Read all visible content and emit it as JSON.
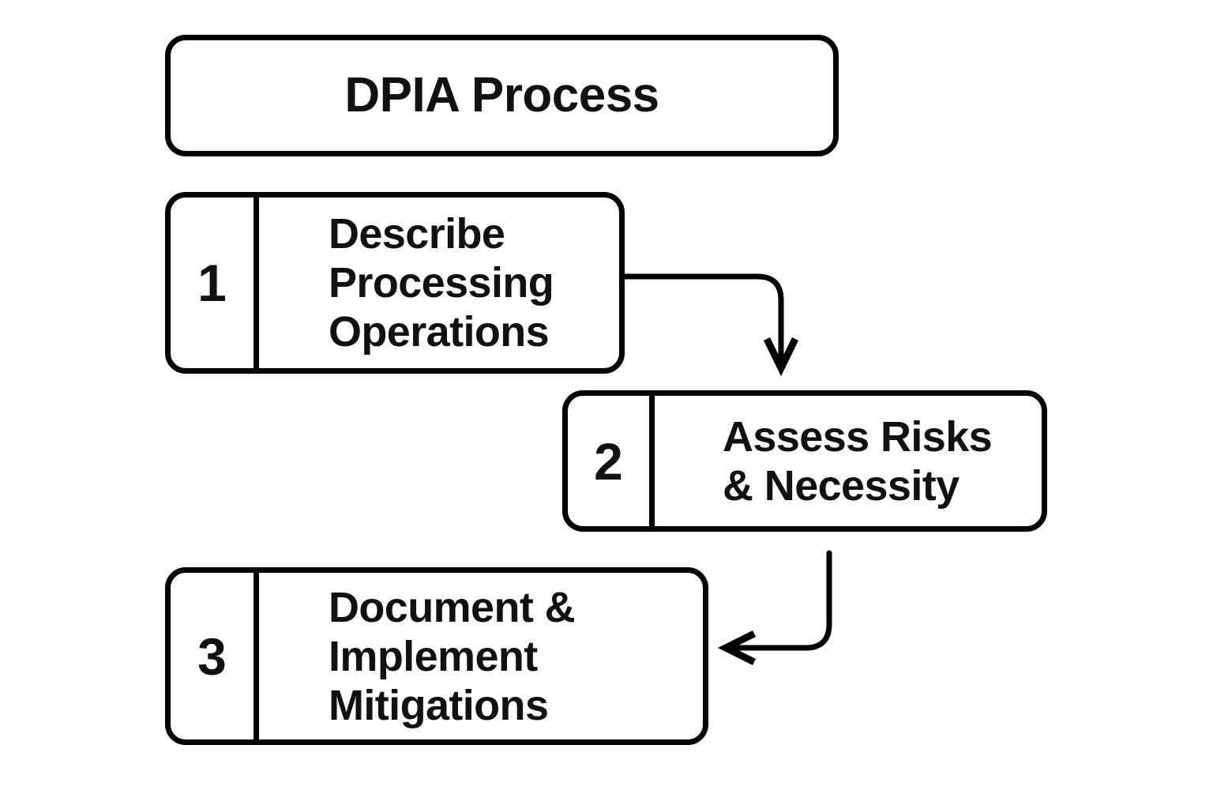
{
  "diagram": {
    "title": "DPIA Process",
    "background_color": "#ffffff",
    "stroke_color": "#000000",
    "text_color": "#111111",
    "steps": [
      {
        "number": "1",
        "label_lines": [
          "Describe",
          "Processing",
          "Operations"
        ]
      },
      {
        "number": "2",
        "label_lines": [
          "Assess Risks",
          "& Necessity"
        ]
      },
      {
        "number": "3",
        "label_lines": [
          "Document &",
          "Implement",
          "Mitigations"
        ]
      }
    ],
    "connectors": [
      {
        "name": "step-1-to-step-2",
        "from": "1",
        "to": "2",
        "direction": "down"
      },
      {
        "name": "step-2-to-step-3",
        "from": "2",
        "to": "3",
        "direction": "left"
      }
    ]
  }
}
